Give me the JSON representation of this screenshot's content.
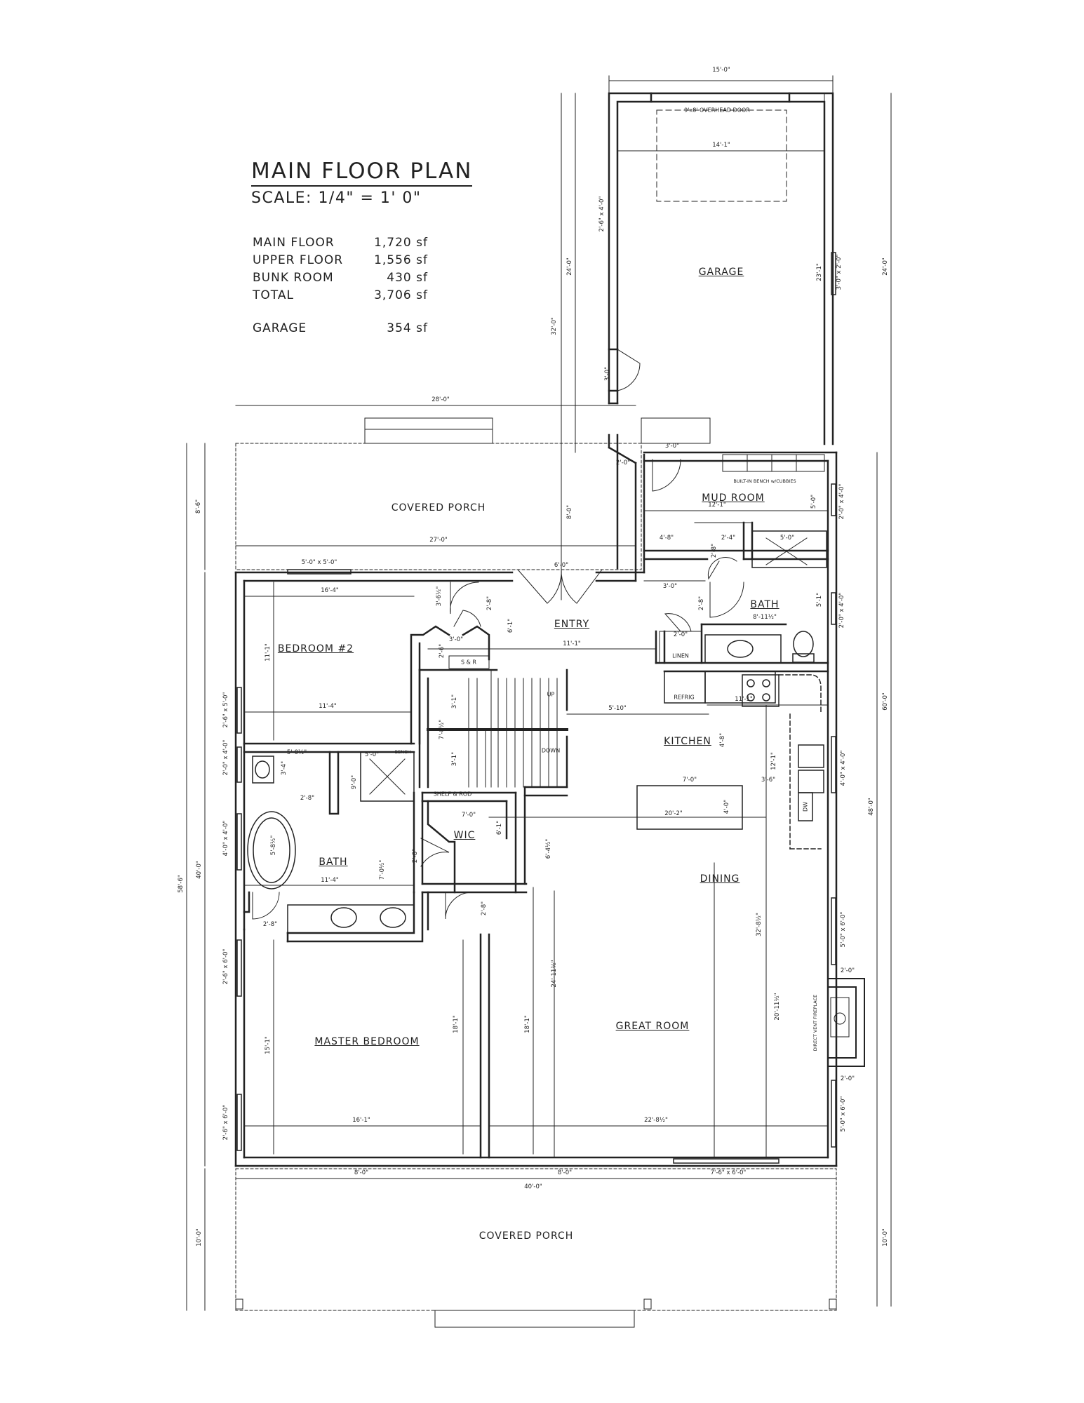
{
  "title": "MAIN FLOOR PLAN",
  "scale": "SCALE: 1/4\" = 1' 0\"",
  "areas": [
    {
      "label": "MAIN FLOOR",
      "value": "1,720 sf"
    },
    {
      "label": "UPPER FLOOR",
      "value": "1,556 sf"
    },
    {
      "label": "BUNK ROOM",
      "value": "430 sf"
    },
    {
      "label": "TOTAL",
      "value": "3,706 sf"
    }
  ],
  "garage_area": {
    "label": "GARAGE",
    "value": "354 sf"
  },
  "rooms": {
    "garage": "GARAGE",
    "covered_porch_top": "COVERED PORCH",
    "mud_room": "MUD ROOM",
    "entry": "ENTRY",
    "bath_upper": "BATH",
    "bedroom2": "BEDROOM #2",
    "kitchen": "KITCHEN",
    "wic": "WIC",
    "bath_master": "BATH",
    "dining": "DINING",
    "great_room": "GREAT ROOM",
    "master_bedroom": "MASTER BEDROOM",
    "covered_porch_bottom": "COVERED PORCH",
    "linen": "LINEN",
    "refrig": "REFRIG",
    "up": "UP",
    "down": "DOWN",
    "dw": "DW"
  },
  "notes": {
    "overhead_door": "9'x8' OVERHEAD DOOR",
    "built_in_bench": "BUILT-IN BENCH w/CUBBIES",
    "shelf_rod": "SHELF & ROD",
    "sr": "S & R",
    "bench": "BENCH",
    "fireplace": "DIRECT VENT FIREPLACE"
  },
  "dims": {
    "garage_width_top": "15'-0\"",
    "garage_inner": "14'-1\"",
    "garage_depth_left": "24'-0\"",
    "garage_depth_inner": "23'-1\"",
    "garage_depth_right": "24'-0\"",
    "overall_left_upper": "32'-0\"",
    "garage_window": "2'-6\" x 4'-0\"",
    "garage_side_door": "3'-0\" x 2'-0\"",
    "garage_man_door": "3'-0\"",
    "porch_width_top": "28'-0\"",
    "porch_depth_top": "8'-6\"",
    "porch_inner_width": "27'-0\"",
    "porch_inner_depth": "8'-0\"",
    "porch_window": "5'-0\" x 5'-0\"",
    "entry_door_width": "6'-0\"",
    "mud_door": "3'-0\"",
    "mud_width": "12'-1\"",
    "mud_depth": "5'-0\"",
    "mud_pass": "2'-0\"",
    "mud_window": "2'-0\" x 4'-0\"",
    "bath_door": "3'-0\"",
    "bath_width": "8'-11½\"",
    "bath_depth": "5'-1\"",
    "bath_window": "2'-0\" x 4'-0\"",
    "bath_48": "4'-8\"",
    "bath_24": "2'-4\"",
    "bath_shower": "5'-0\"",
    "bath_side": "2'-8\"",
    "bed2_width": "16'-4\"",
    "bed2_depth": "11'-1\"",
    "bed2_width_b": "11'-4\"",
    "bed2_window": "2'-6\" x 5'-0\"",
    "closet_a": "3'-6½\"",
    "closet_b": "3'-0\"",
    "closet_c": "2'-6\"",
    "entry_depth": "6'-1\"",
    "entry_width": "11'-1\"",
    "stair_a": "3'-1\"",
    "stair_b": "7'-8½\"",
    "stair_c": "3'-1\"",
    "hall_width": "5'-10\"",
    "kitchen_width": "11'-1\"",
    "kitchen_depth": "4'-8\"",
    "kitchen_right": "12'-1\"",
    "island_width": "7'-0\"",
    "island_depth": "4'-0\"",
    "kitchen_gap": "3'-6\"",
    "kitchen_window": "4'-0\" x 4'-0\"",
    "dining_width": "20'-2\"",
    "dining_depth_a": "6'-4½\"",
    "dining_depth_b": "32'-8½\"",
    "wic_width": "7'-0\"",
    "wic_depth": "6'-1\"",
    "bath_top": "5'-0½\"",
    "bath_top_b": "5'-0\"",
    "bath_a": "3'-4\"",
    "bath_b": "9'-0\"",
    "bath_c": "2'-8\"",
    "bath_tub": "5'-8½\"",
    "bath_width_m": "11'-4\"",
    "bath_d": "7'-0½\"",
    "bath_e": "2'-8\"",
    "bath_vanity": "2'-8\"",
    "master_window_a": "2'-0\" x 4'-0\"",
    "master_window_b": "4'-0\" x 4'-0\"",
    "master_window_c": "2'-6\" x 6'-0\"",
    "master_window_d": "2'-6\" x 6'-0\"",
    "master_left_a": "40'-0\"",
    "master_depth": "15'-1\"",
    "master_depth_b": "18'-1\"",
    "master_width": "16'-1\"",
    "master_door": "2'-8\"",
    "great_depth_a": "24'-11½\"",
    "great_depth_b": "18'-1\"",
    "great_width": "22'-8½\"",
    "great_right": "20'-11½\"",
    "fireplace_window_a": "5'-0\" x 6'-0\"",
    "fireplace_window_b": "5'-0\" x 6'-0\"",
    "fireplace_a": "2'-0\"",
    "fireplace_b": "2'-0\"",
    "overall_left": "58'-6\"",
    "overall_right_a": "60'-0\"",
    "overall_right_b": "48'-0\"",
    "bottom_a": "8'-0\"",
    "bottom_b": "8'-0\"",
    "bottom_c": "7'-6\" x 6'-0\"",
    "bottom_width": "40'-0\"",
    "porch_bottom_left": "10'-0\"",
    "porch_bottom_right": "10'-0\"",
    "linen_door": "2'-0\"",
    "kitchen_c": "2'-8\"",
    "entry_closet": "2'-8\""
  }
}
